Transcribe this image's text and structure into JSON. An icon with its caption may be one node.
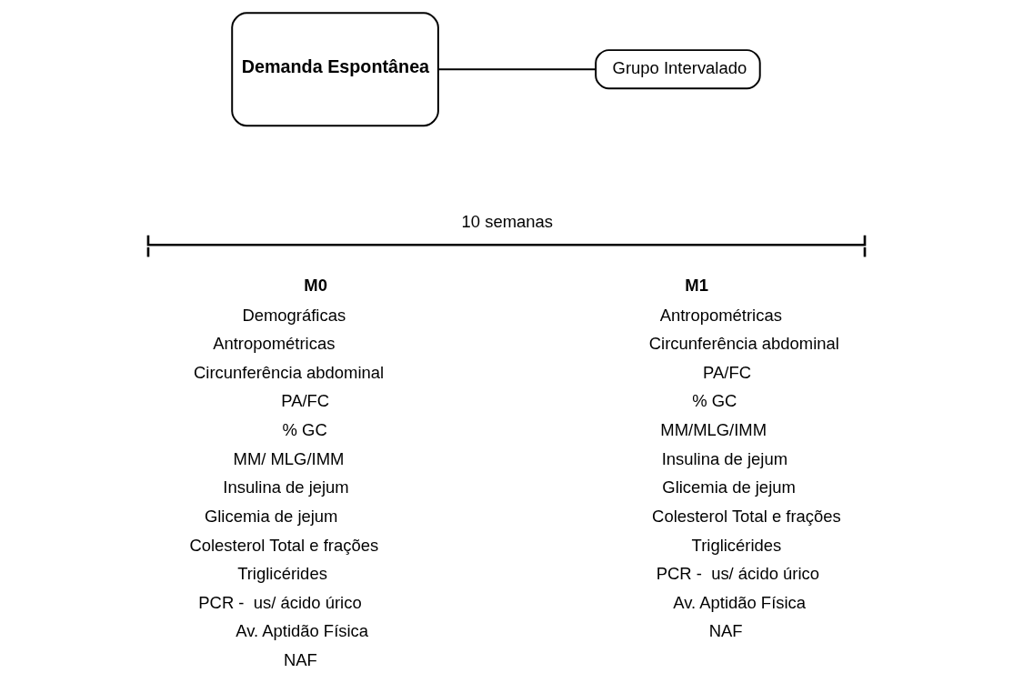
{
  "diagram": {
    "nodes": [
      {
        "text": [
          "Demanda Espontânea"
        ]
      },
      {
        "text": [
          "Grupo Intervalado"
        ]
      }
    ],
    "edges": [
      {
        "from": 0,
        "to": 1,
        "arrow": "none"
      }
    ],
    "labels": [
      "10 semanas",
      "M0",
      "Demográficas",
      "Antropométricas",
      "Circunferência abdominal",
      "PA/FC",
      "% GC",
      "MM/ MLG/IMM",
      "Insulina de jejum",
      "Glicemia de jejum",
      "Colesterol Total e frações",
      "Triglicérides",
      "PCR -  us/ ácido úrico",
      "Av. Aptidão Física",
      "NAF",
      "M1",
      "Antropométricas",
      "Circunferência abdominal",
      "PA/FC",
      "% GC",
      "MM/MLG/IMM",
      "Insulina de jejum",
      "Glicemia de jejum",
      "Colesterol Total e frações",
      "Triglicérides",
      "PCR -  us/ ácido úrico",
      "Av. Aptidão Física",
      "NAF"
    ]
  }
}
